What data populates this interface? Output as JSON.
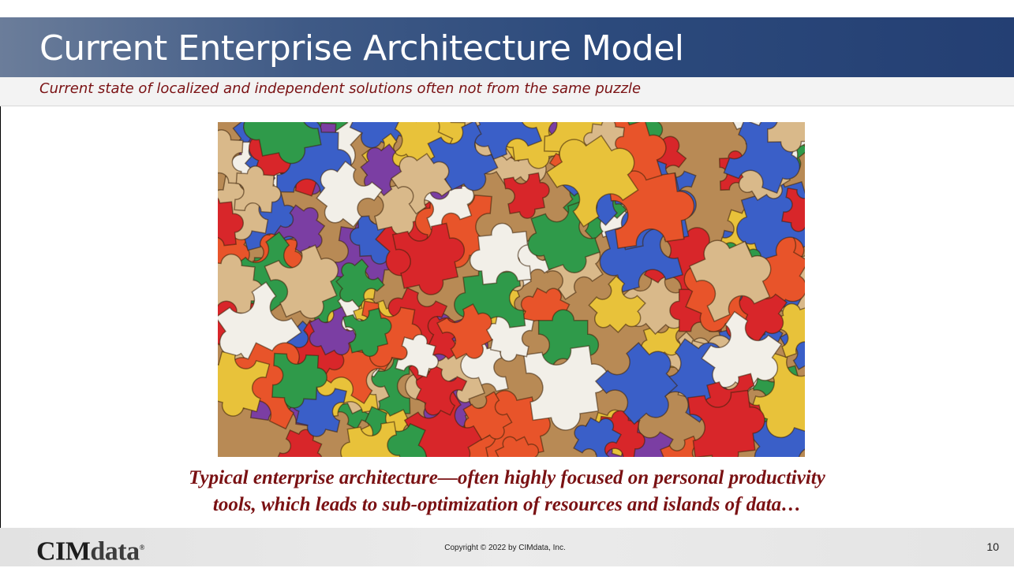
{
  "slide": {
    "title": "Current Enterprise Architecture Model",
    "subtitle": "Current state of localized and independent solutions often not from the same puzzle",
    "caption_line1": "Typical enterprise architecture—often highly focused on personal productivity",
    "caption_line2": "tools, which leads to sub-optimization of resources and islands of data…",
    "copyright": "Copyright © 2022 by CIMdata, Inc.",
    "page_number": "10"
  },
  "logo": {
    "text_cim": "CIM",
    "text_data": "data",
    "registered": "®"
  },
  "image": {
    "subject": "pile of colorful jigsaw puzzle pieces",
    "colors": [
      "#2f9a4a",
      "#e8c23a",
      "#7b3ea3",
      "#e8542a",
      "#d9b98a",
      "#3a5fc8",
      "#d8262a",
      "#f2efe8"
    ]
  }
}
